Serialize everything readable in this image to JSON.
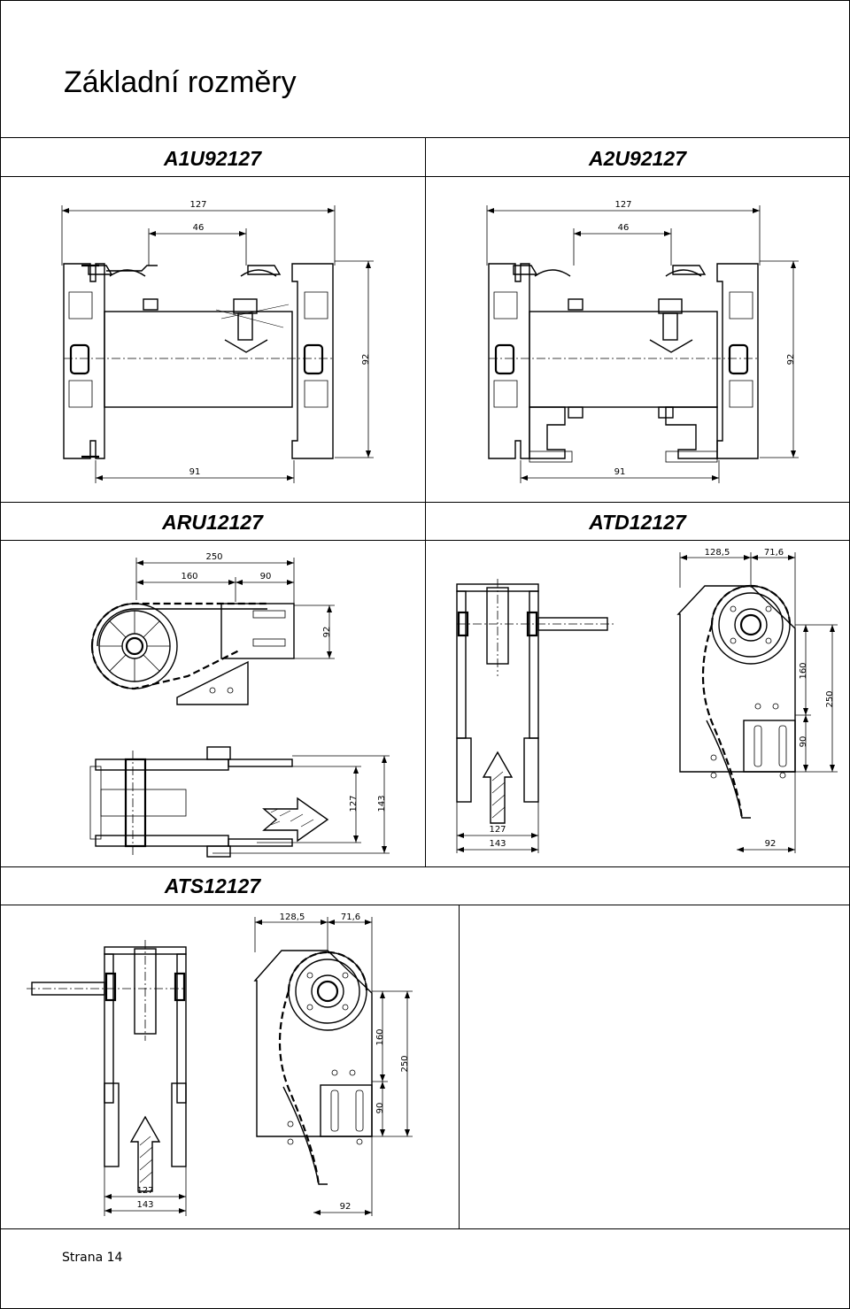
{
  "page": {
    "title": "Základní rozměry",
    "footer": "Strana 14"
  },
  "sections": {
    "a1u": {
      "title": "A1U92127",
      "dims": {
        "width_top": "127",
        "inner": "46",
        "height": "92",
        "width_bottom": "91"
      }
    },
    "a2u": {
      "title": "A2U92127",
      "dims": {
        "width_top": "127",
        "inner": "46",
        "height": "92",
        "width_bottom": "91"
      }
    },
    "aru": {
      "title": "ARU12127",
      "dims": {
        "total": "250",
        "left": "160",
        "right": "90",
        "height": "92",
        "inner": "127",
        "outer": "143"
      }
    },
    "atd": {
      "title": "ATD12127",
      "dims": {
        "top_left": "128,5",
        "top_right": "71,6",
        "upper": "160",
        "total": "250",
        "lower": "90",
        "bottom": "92",
        "inner": "127",
        "outer": "143"
      }
    },
    "ats": {
      "title": "ATS12127",
      "dims": {
        "top_left": "128,5",
        "top_right": "71,6",
        "upper": "160",
        "total": "250",
        "lower": "90",
        "bottom": "92",
        "inner": "127",
        "outer": "143"
      }
    }
  },
  "colors": {
    "line": "#000000",
    "background": "#ffffff"
  }
}
